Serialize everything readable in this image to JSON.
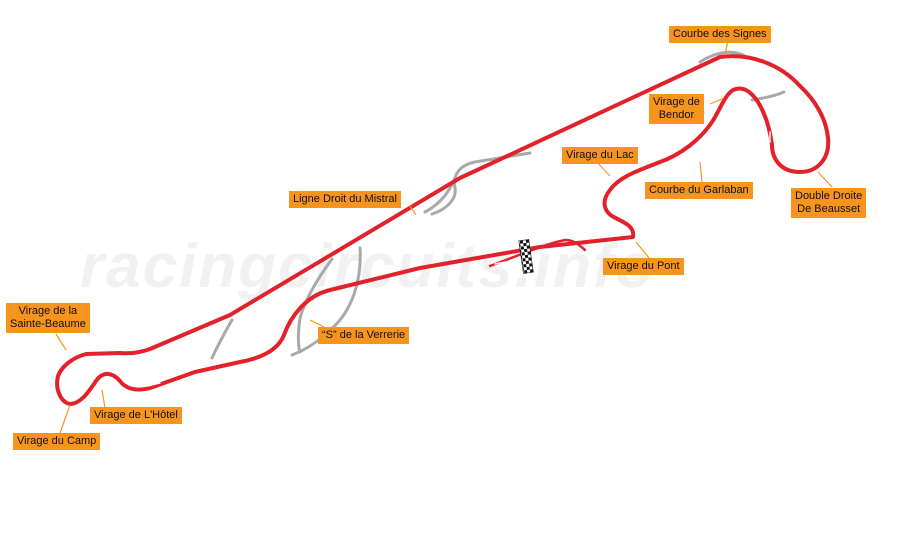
{
  "watermark": "racingcircuits.info",
  "colors": {
    "track": "#e3212b",
    "old_layout": "#a9a9aa",
    "label_bg": "#f7941d",
    "label_text": "#111111"
  },
  "labels": {
    "courbe_des_signes": "Courbe des Signes",
    "virage_de_bendor": [
      "Virage de",
      "Bendor"
    ],
    "virage_du_lac": "Virage du Lac",
    "courbe_du_garlaban": "Courbe du Garlaban",
    "double_droite": [
      "Double Droite",
      "De Beausset"
    ],
    "ligne_droit_du_mistral": "Ligne Droit du Mistral",
    "virage_du_pont": "Virage du Pont",
    "virage_de_la_sainte_beaume": [
      "Virage de la",
      "Sainte-Beaume"
    ],
    "s_de_la_verrerie": "“S” de la Verrerie",
    "virage_de_lhotel": "Virage de  L'Hôtel",
    "virage_du_camp": "Virage du Camp"
  },
  "icons": {
    "start_finish": "checkered-flag-icon"
  }
}
